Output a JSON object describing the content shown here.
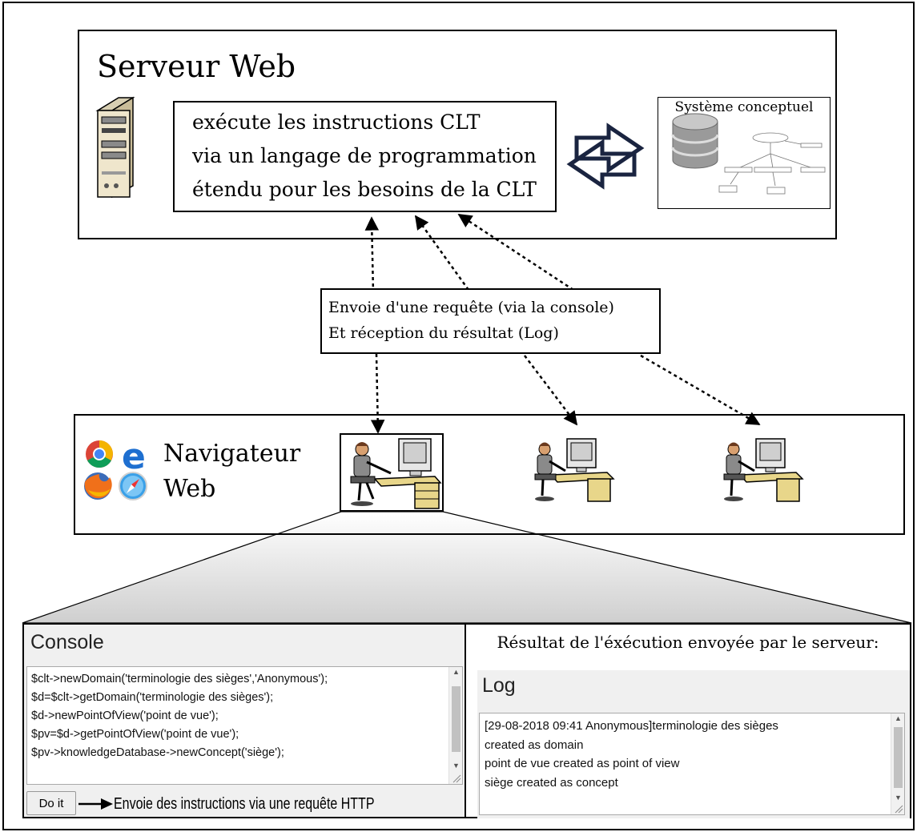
{
  "server": {
    "title": "Serveur Web",
    "exec_lines": [
      "exécute les instructions CLT",
      "via un langage de programmation",
      "étendu pour les besoins de la CLT"
    ],
    "conceptual_title": "Système conceptuel",
    "icons": [
      "server-tower-icon",
      "bidirectional-arrows-icon",
      "database-icon",
      "concept-graph-icon"
    ]
  },
  "request": {
    "lines": [
      "Envoie d'une requête (via la console)",
      "Et réception du résultat (Log)"
    ]
  },
  "browser": {
    "label_lines": [
      "Navigateur",
      "Web"
    ],
    "icons": [
      "chrome-icon",
      "edge-icon",
      "firefox-icon",
      "safari-icon",
      "user-at-computer-icon"
    ]
  },
  "console": {
    "title": "Console",
    "lines": [
      "$clt->newDomain('terminologie des sièges','Anonymous');",
      "$d=$clt->getDomain('terminologie des sièges');",
      "$d->newPointOfView('point de vue');",
      "$pv=$d->getPointOfView('point de vue');",
      "$pv->knowledgeDatabase->newConcept('siège');"
    ],
    "button_label": "Do it",
    "caption": "Envoie des instructions via une requête HTTP"
  },
  "result": {
    "heading": "Résultat de l'éxécution envoyée par le serveur:",
    "title": "Log",
    "lines": [
      "[29-08-2018 09:41 Anonymous]terminologie des sièges",
      "created as domain",
      "point de vue created as point of view",
      "siège created as concept"
    ]
  },
  "colors": {
    "border": "#000000",
    "panel_bg": "#f0f0f0",
    "arrow_navy": "#1a2440",
    "desk": "#e8d68a"
  }
}
